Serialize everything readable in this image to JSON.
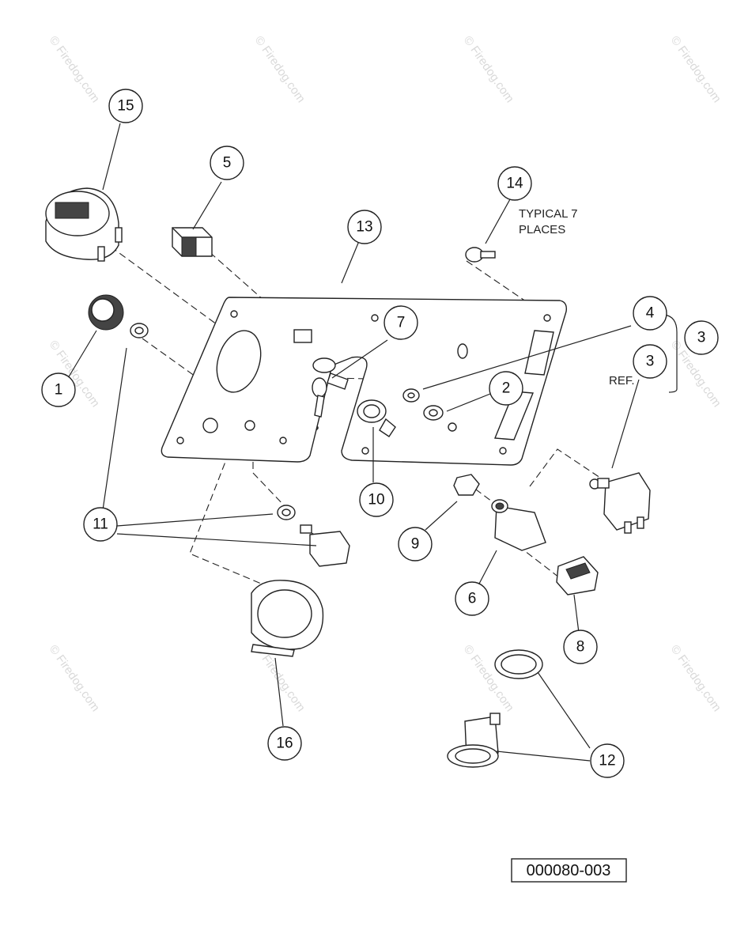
{
  "callouts": [
    {
      "label": "1"
    },
    {
      "label": "2"
    },
    {
      "label": "3"
    },
    {
      "label": "3"
    },
    {
      "label": "4"
    },
    {
      "label": "5"
    },
    {
      "label": "6"
    },
    {
      "label": "7"
    },
    {
      "label": "8"
    },
    {
      "label": "9"
    },
    {
      "label": "10"
    },
    {
      "label": "11"
    },
    {
      "label": "12"
    },
    {
      "label": "13"
    },
    {
      "label": "14"
    },
    {
      "label": "15"
    },
    {
      "label": "16"
    }
  ],
  "notes": {
    "typical_line1": "TYPICAL 7",
    "typical_line2": "PLACES",
    "ref": "REF."
  },
  "drawing_number": "000080-003",
  "watermark": {
    "text": "© Firedog.com",
    "color": "#d9d9d9"
  }
}
